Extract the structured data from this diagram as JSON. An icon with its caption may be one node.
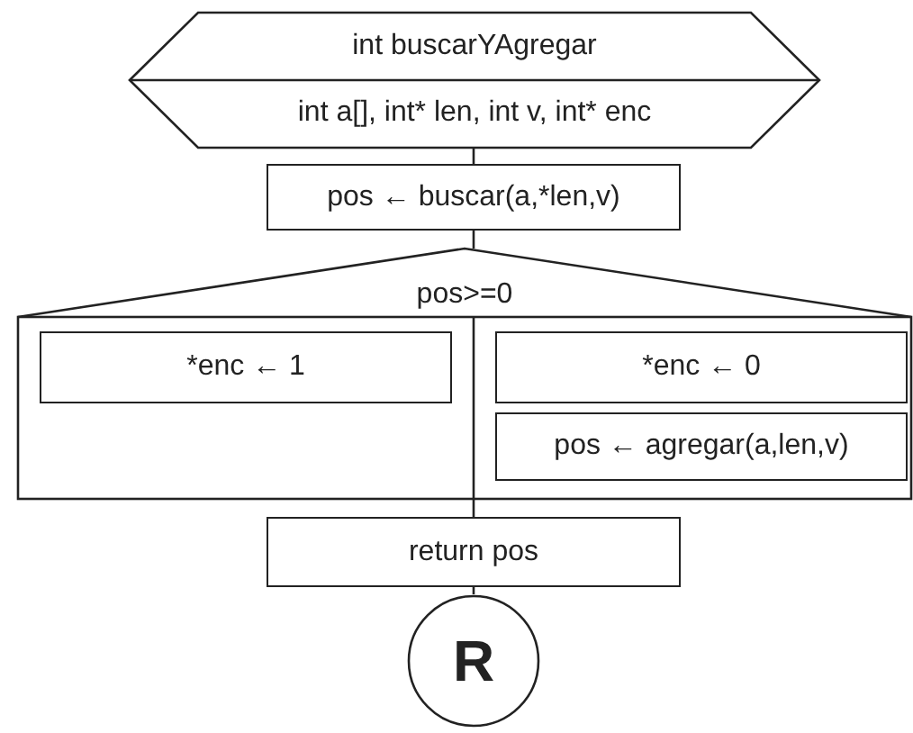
{
  "diagram": {
    "nodes": [
      {
        "text": [
          "int buscarYAgregar",
          "int a[], int* len, int v, int* enc"
        ]
      },
      {
        "text": [
          "pos ← buscar(a,*len,v)"
        ]
      },
      {
        "text": [
          "pos>=0"
        ]
      },
      {
        "text": [
          "*enc ← 1"
        ],
        "in": 2
      },
      {
        "text": [
          "*enc ← 0"
        ],
        "in": 2
      },
      {
        "text": [
          "pos ← agregar(a,len,v)"
        ],
        "in": 2
      },
      {
        "text": [
          "return pos"
        ]
      },
      {
        "text": [
          "R"
        ]
      }
    ],
    "edges": [
      {
        "from": 0,
        "to": 1,
        "arrow": "none"
      },
      {
        "from": 1,
        "to": 2,
        "arrow": "none"
      },
      {
        "from": 2,
        "to": 6,
        "arrow": "none"
      },
      {
        "from": 6,
        "to": 7,
        "arrow": "none"
      }
    ]
  }
}
